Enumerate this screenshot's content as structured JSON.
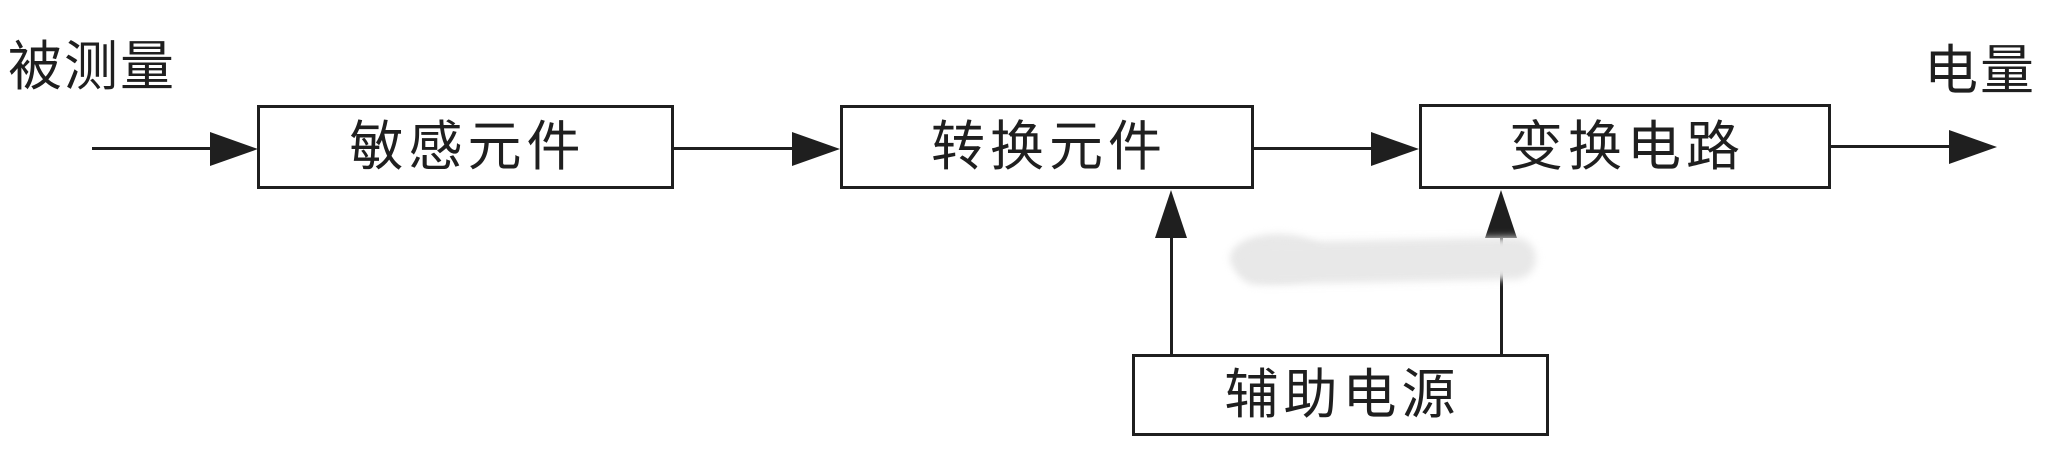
{
  "labels": {
    "measured_quantity": "被测量",
    "electrical_quantity": "电量",
    "sensitive_element": "敏感元件",
    "transduction_element": "转换元件",
    "conversion_circuit": "变换电路",
    "auxiliary_power": "辅助电源"
  },
  "connections": [
    {
      "from": "被测量",
      "to": "敏感元件",
      "type": "arrow-right"
    },
    {
      "from": "敏感元件",
      "to": "转换元件",
      "type": "arrow-right"
    },
    {
      "from": "转换元件",
      "to": "变换电路",
      "type": "arrow-right"
    },
    {
      "from": "变换电路",
      "to": "电量",
      "type": "arrow-right"
    },
    {
      "from": "辅助电源",
      "to": "转换元件",
      "type": "arrow-up"
    },
    {
      "from": "辅助电源",
      "to": "变换电路",
      "type": "arrow-up"
    }
  ],
  "colors": {
    "ink": "#1f1f1f",
    "background": "#ffffff",
    "box_fill": "#ffffff",
    "smudge": "#e8e8e8"
  }
}
